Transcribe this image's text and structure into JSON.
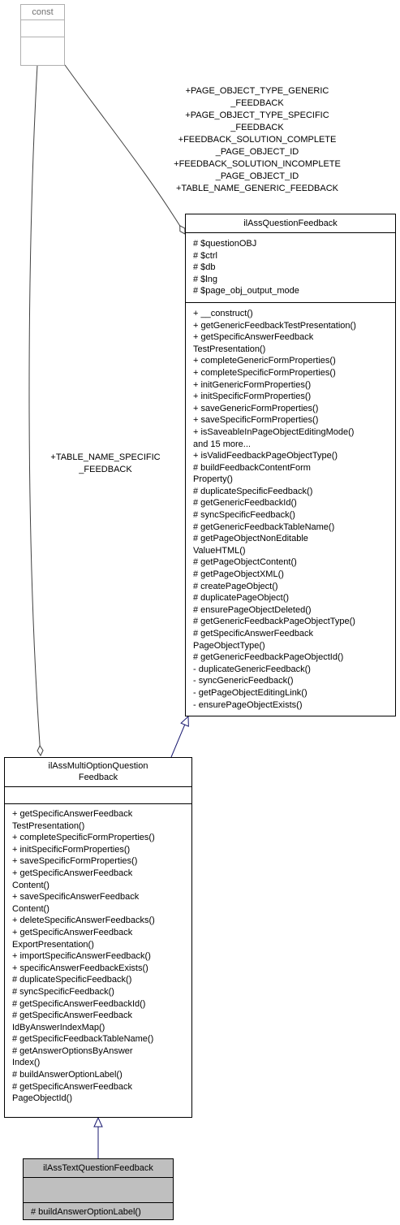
{
  "classes": {
    "const": {
      "name": [
        "const"
      ]
    },
    "question_feedback": {
      "name": [
        "ilAssQuestionFeedback"
      ],
      "attributes": [
        "# $questionOBJ",
        "# $ctrl",
        "# $db",
        "# $lng",
        "# $page_obj_output_mode"
      ],
      "methods": [
        "+ __construct()",
        "+ getGenericFeedbackTestPresentation()",
        "+ getSpecificAnswerFeedback",
        "TestPresentation()",
        "+ completeGenericFormProperties()",
        "+ completeSpecificFormProperties()",
        "+ initGenericFormProperties()",
        "+ initSpecificFormProperties()",
        "+ saveGenericFormProperties()",
        "+ saveSpecificFormProperties()",
        "+ isSaveableInPageObjectEditingMode()",
        "and 15 more...",
        "+ isValidFeedbackPageObjectType()",
        "# buildFeedbackContentForm",
        "Property()",
        "# duplicateSpecificFeedback()",
        "# getGenericFeedbackId()",
        "# syncSpecificFeedback()",
        "# getGenericFeedbackTableName()",
        "# getPageObjectNonEditable",
        "ValueHTML()",
        "# getPageObjectContent()",
        "# getPageObjectXML()",
        "# createPageObject()",
        "# duplicatePageObject()",
        "# ensurePageObjectDeleted()",
        "# getGenericFeedbackPageObjectType()",
        "# getSpecificAnswerFeedback",
        "PageObjectType()",
        "# getGenericFeedbackPageObjectId()",
        "- duplicateGenericFeedback()",
        "- syncGenericFeedback()",
        "- getPageObjectEditingLink()",
        "- ensurePageObjectExists()"
      ]
    },
    "multi_option": {
      "name": [
        "ilAssMultiOptionQuestion",
        "Feedback"
      ],
      "methods": [
        "+ getSpecificAnswerFeedback",
        "TestPresentation()",
        "+ completeSpecificFormProperties()",
        "+ initSpecificFormProperties()",
        "+ saveSpecificFormProperties()",
        "+ getSpecificAnswerFeedback",
        "Content()",
        "+ saveSpecificAnswerFeedback",
        "Content()",
        "+ deleteSpecificAnswerFeedbacks()",
        "+ getSpecificAnswerFeedback",
        "ExportPresentation()",
        "+ importSpecificAnswerFeedback()",
        "+ specificAnswerFeedbackExists()",
        "# duplicateSpecificFeedback()",
        "# syncSpecificFeedback()",
        "# getSpecificAnswerFeedbackId()",
        "# getSpecificAnswerFeedback",
        "IdByAnswerIndexMap()",
        "# getSpecificFeedbackTableName()",
        "# getAnswerOptionsByAnswer",
        "Index()",
        "# buildAnswerOptionLabel()",
        "# getSpecificAnswerFeedback",
        "PageObjectId()"
      ]
    },
    "text_question": {
      "name": [
        "ilAssTextQuestionFeedback"
      ],
      "methods": [
        "# buildAnswerOptionLabel()"
      ]
    }
  },
  "edge_labels": {
    "generic": [
      "+PAGE_OBJECT_TYPE_GENERIC",
      "_FEEDBACK",
      "+PAGE_OBJECT_TYPE_SPECIFIC",
      "_FEEDBACK",
      "+FEEDBACK_SOLUTION_COMPLETE",
      "_PAGE_OBJECT_ID",
      "+FEEDBACK_SOLUTION_INCOMPLETE",
      "_PAGE_OBJECT_ID",
      "+TABLE_NAME_GENERIC_FEEDBACK"
    ],
    "specific": [
      "+TABLE_NAME_SPECIFIC",
      "_FEEDBACK"
    ]
  },
  "colors": {
    "inheritance_edge": "#191970",
    "usage_edge": "#404040",
    "focus_fill": "#bfbfbf",
    "ghost_border": "#b0b0b0"
  }
}
